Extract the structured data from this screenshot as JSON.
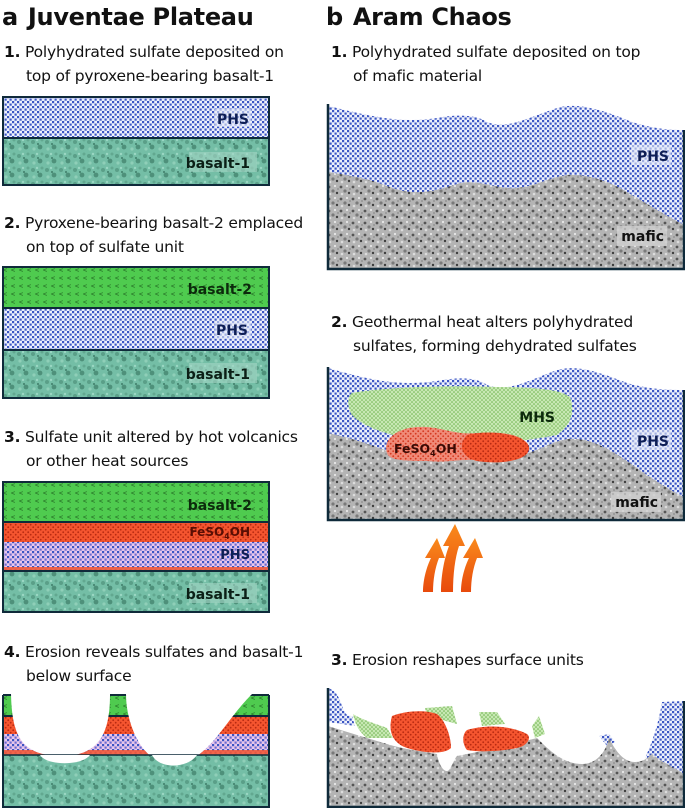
{
  "panels": {
    "a": {
      "letter": "a",
      "title": "Juventae Plateau",
      "steps": [
        {
          "num": "1.",
          "line1": "Polyhydrated sulfate deposited on",
          "line2": "top of pyroxene-bearing basalt-1"
        },
        {
          "num": "2.",
          "line1": "Pyroxene-bearing basalt-2 emplaced",
          "line2": "on top of sulfate unit"
        },
        {
          "num": "3.",
          "line1": "Sulfate unit altered by hot volcanics",
          "line2": "or other heat sources"
        },
        {
          "num": "4.",
          "line1": "Erosion reveals sulfates and basalt-1",
          "line2": "below surface"
        }
      ]
    },
    "b": {
      "letter": "b",
      "title": "Aram Chaos",
      "steps": [
        {
          "num": "1.",
          "line1": "Polyhydrated sulfate deposited on top",
          "line2": "of mafic material"
        },
        {
          "num": "2.",
          "line1": "Geothermal heat alters polyhydrated",
          "line2": "sulfates, forming dehydrated sulfates"
        },
        {
          "num": "3.",
          "line1": "Erosion reshapes surface units",
          "line2": ""
        }
      ]
    }
  },
  "labels": {
    "phs": "PHS",
    "basalt1": "basalt-1",
    "basalt2": "basalt-2",
    "feso4oh_prefix": "FeSO",
    "feso4oh_sub": "4",
    "feso4oh_suffix": "OH",
    "mhs": "MHS",
    "mafic": "mafic"
  },
  "colors": {
    "phs_dots": "#3b55c4",
    "basalt1": "#6fb8a0",
    "basalt2": "#4cc84c",
    "feso4oh": "#f24a2a",
    "mhs": "#a8d890",
    "mafic": "#a8a8a8",
    "border": "#0f2a3a",
    "heat_arrow": "#f26a10"
  }
}
